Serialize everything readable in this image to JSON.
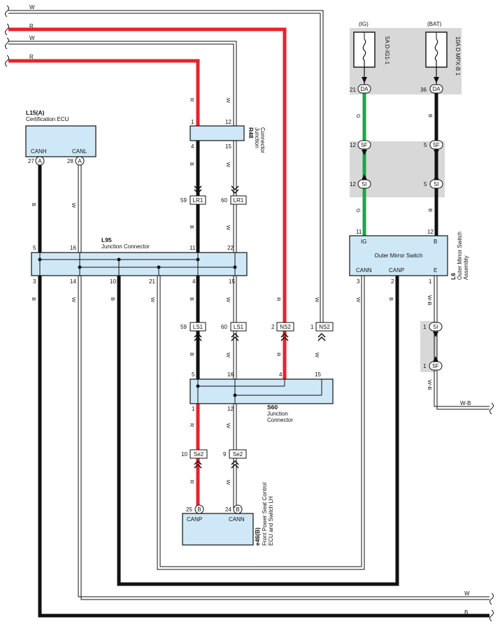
{
  "wire_colors": {
    "W": "#ffffff",
    "R": "#e8232a",
    "B": "#111111",
    "G": "#1aa64a",
    "W-B": "#ffffff"
  },
  "top_wires": [
    "W",
    "R",
    "W",
    "R"
  ],
  "bottom_wires": [
    "W",
    "B"
  ],
  "fuses": {
    "ig_label": "(IG)",
    "bat_label": "(BAT)",
    "ig_name": "5A D-IG1-1",
    "bat_name": "10A D MPX-B 1",
    "ig_pin": "21",
    "bat_pin": "36",
    "connector": "DA"
  },
  "l15": {
    "id": "L15(A)",
    "name": "Certification ECU",
    "canh": "CANH",
    "canl": "CANL",
    "pin_canh": "27",
    "pin_canl": "28",
    "conn": "A"
  },
  "r48": {
    "id": "R48",
    "name1": "Junction",
    "name2": "Connector",
    "pins": [
      "1",
      "12",
      "4",
      "15"
    ]
  },
  "l95": {
    "id": "L95",
    "name": "Junction Connector",
    "top_pins": [
      "5",
      "16",
      "11",
      "22"
    ],
    "bottom_pins": [
      "3",
      "14",
      "10",
      "21",
      "4",
      "15"
    ]
  },
  "s60": {
    "id": "S60",
    "name1": "Junction",
    "name2": "Connector",
    "top_pins": [
      "5",
      "16",
      "4",
      "15"
    ],
    "bottom_pins": [
      "1",
      "12"
    ]
  },
  "l6": {
    "id": "L6",
    "name1": "Outer Mirror Switch",
    "name2": "Assembly",
    "inner": "Outer Mirror Switch",
    "ig": "IG",
    "b": "B",
    "cann": "CANN",
    "canp": "CANP",
    "e": "E",
    "top_pins": [
      "11",
      "12"
    ],
    "bottom_pins": [
      "3",
      "2",
      "1"
    ]
  },
  "e46": {
    "id": "e46(B)",
    "name1": "Front Power Seat Control",
    "name2": "ECU and Switch LH",
    "canp": "CANP",
    "cann": "CANN",
    "pins": [
      "25",
      "24"
    ],
    "conn": "B"
  },
  "inline_connectors": {
    "lr1": "LR1",
    "ls1": "LS1",
    "ns2": "NS2",
    "se2": "Se2",
    "c5f": "5F",
    "c5i": "5I",
    "lr1_pins": [
      "59",
      "60"
    ],
    "ls1_pins": [
      "59",
      "60"
    ],
    "ns2_pins": [
      "2",
      "1"
    ],
    "se2_pins": [
      "10",
      "9"
    ],
    "f5_pins": [
      "12",
      "5"
    ],
    "i5_pins": [
      "12",
      "5"
    ],
    "ew_i_pin": "1",
    "ew_f_pin": "1"
  },
  "wire_labels": {
    "r": "R",
    "b": "B",
    "w": "W",
    "g": "G",
    "wb": "W-B"
  }
}
